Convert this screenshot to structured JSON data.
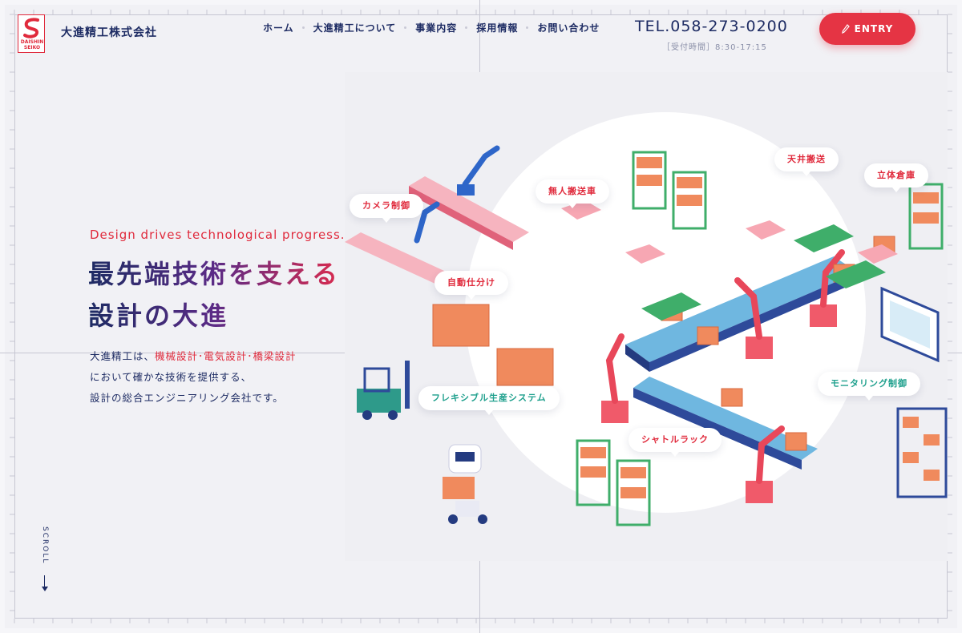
{
  "header": {
    "logo_text": "DAISHIN SEIKO",
    "company_name": "大進精工株式会社",
    "nav": [
      "ホーム",
      "大進精工について",
      "事業内容",
      "採用情報",
      "お問い合わせ"
    ],
    "tel": "TEL.058-273-0200",
    "hours": "［受付時間］8:30-17:15",
    "entry_label": "ENTRY"
  },
  "hero": {
    "tagline": "Design drives technological progress.",
    "headline_line1": "最先端技術を支える",
    "headline_line2": "設計の大進",
    "intro_line1_a": "大進精工は、",
    "intro_line1_b": "機械設計･電気設計･橋梁設計",
    "intro_line2": "において確かな技術を提供する、",
    "intro_line3": "設計の総合エンジニアリング会社です。"
  },
  "scroll_label": "SCROLL",
  "illustration": {
    "labels": {
      "camera": "カメラ制御",
      "agv": "無人搬送車",
      "ceiling": "天井搬送",
      "warehouse": "立体倉庫",
      "sorting": "自動仕分け",
      "flexible": "フレキシブル生産システム",
      "shuttle": "シャトルラック",
      "monitoring": "モニタリング制御"
    }
  },
  "colors": {
    "navy": "#1d2b63",
    "accent_red": "#e53444",
    "teal": "#1fa08d",
    "box_orange": "#f08a5d",
    "rack_green": "#3fae6a"
  }
}
